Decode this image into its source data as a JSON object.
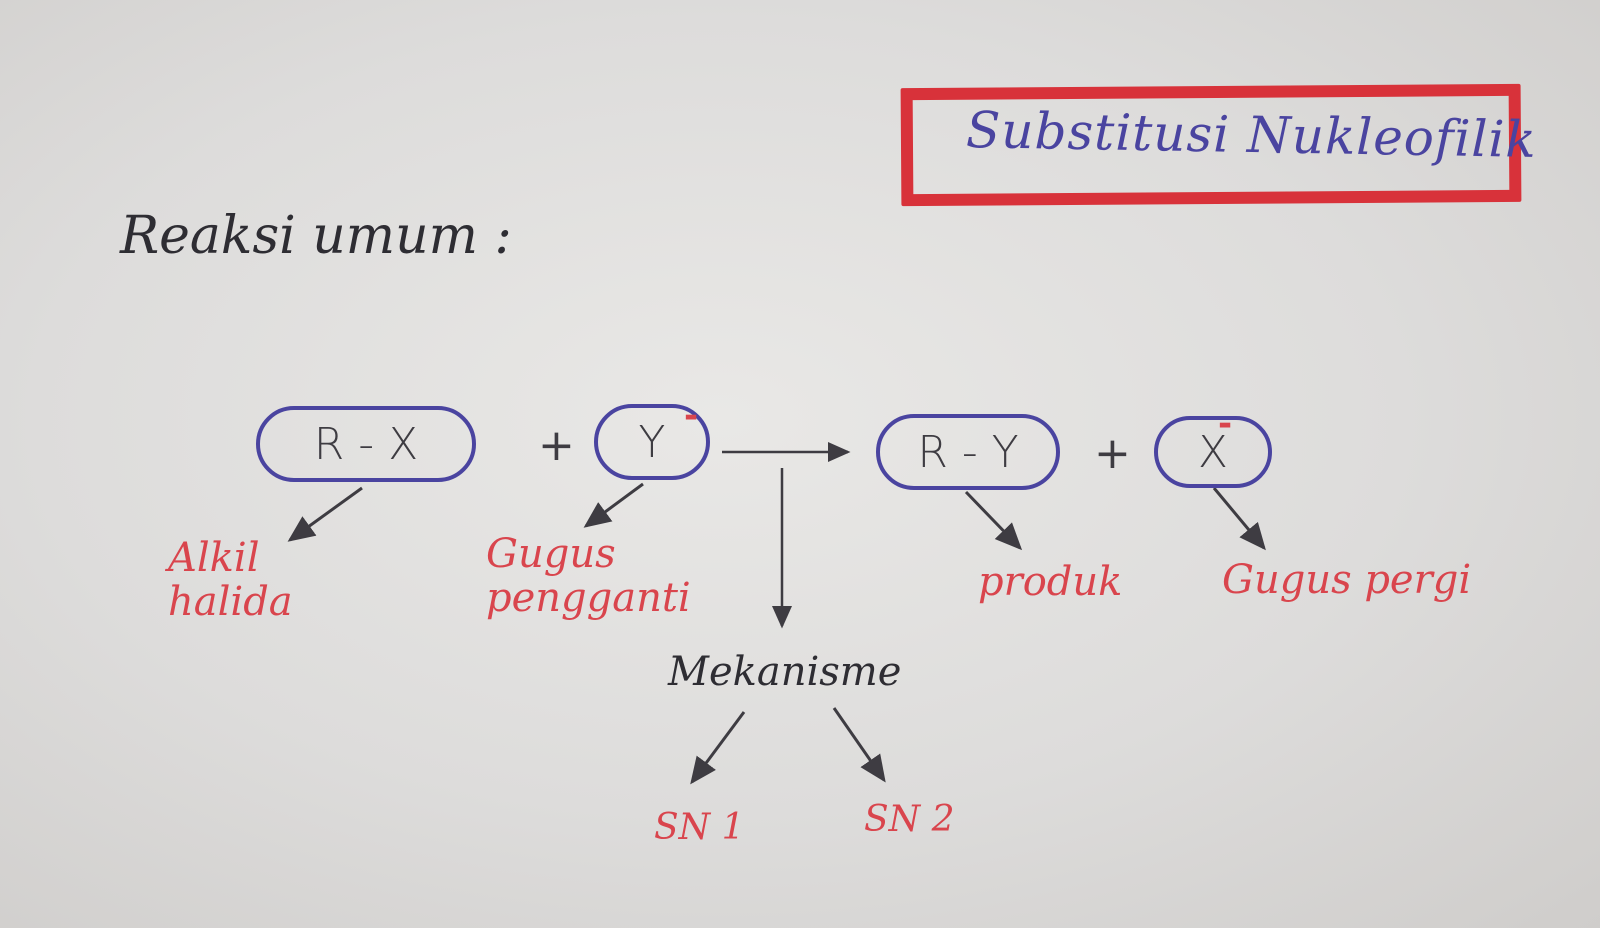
{
  "title": "Substitusi Nukleofilik",
  "heading": "Reaksi umum :",
  "equation": {
    "reactant1": "R - X",
    "plus1": "+",
    "reactant2": "Y",
    "reactant2_charge": "-",
    "product1": "R - Y",
    "plus2": "+",
    "product2": "X",
    "product2_charge": "-"
  },
  "labels": {
    "reactant1_line1": "Alkil",
    "reactant1_line2": "halida",
    "reactant2_line1": "Gugus",
    "reactant2_line2": "pengganti",
    "product1": "produk",
    "product2": "Gugus pergi",
    "mechanism": "Mekanisme",
    "sn1": "SN 1",
    "sn2": "SN 2"
  },
  "colors": {
    "paper": "#e3e2e0",
    "title_border": "#d8323a",
    "pill_border": "#4a44a0",
    "text_dark": "#2e2d33",
    "text_red": "#d9454d",
    "text_blue": "#4a44a0"
  }
}
